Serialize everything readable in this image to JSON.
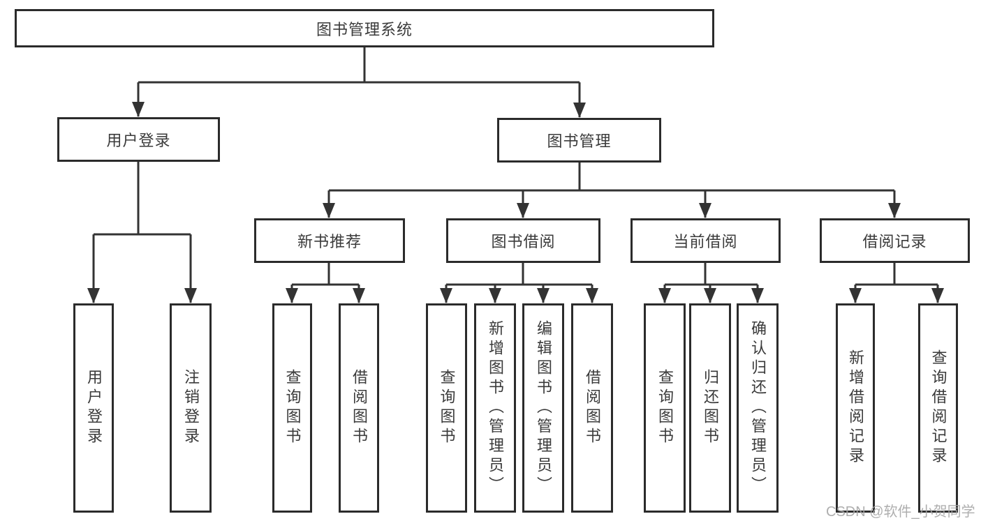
{
  "tree": {
    "label": "图书管理系统",
    "children": [
      {
        "label": "用户登录",
        "children": [
          {
            "label": "用户登录"
          },
          {
            "label": "注销登录"
          }
        ]
      },
      {
        "label": "图书管理",
        "children": [
          {
            "label": "新书推荐",
            "children": [
              {
                "label": "查询图书"
              },
              {
                "label": "借阅图书"
              }
            ]
          },
          {
            "label": "图书借阅",
            "children": [
              {
                "label": "查询图书"
              },
              {
                "label": "新增图书（管理员）"
              },
              {
                "label": "编辑图书（管理员）"
              },
              {
                "label": "借阅图书"
              }
            ]
          },
          {
            "label": "当前借阅",
            "children": [
              {
                "label": "查询图书"
              },
              {
                "label": "归还图书"
              },
              {
                "label": "确认归还（管理员）"
              }
            ]
          },
          {
            "label": "借阅记录",
            "children": [
              {
                "label": "新增借阅记录"
              },
              {
                "label": "查询借阅记录"
              }
            ]
          }
        ]
      }
    ]
  },
  "watermark": {
    "text": "CSDN @软件_小贺同学"
  },
  "colors": {
    "line": "#333333",
    "box_border": "#2b2b2b",
    "text": "#3a3a3a",
    "watermark": "#a6a6a6",
    "background": "#ffffff"
  }
}
